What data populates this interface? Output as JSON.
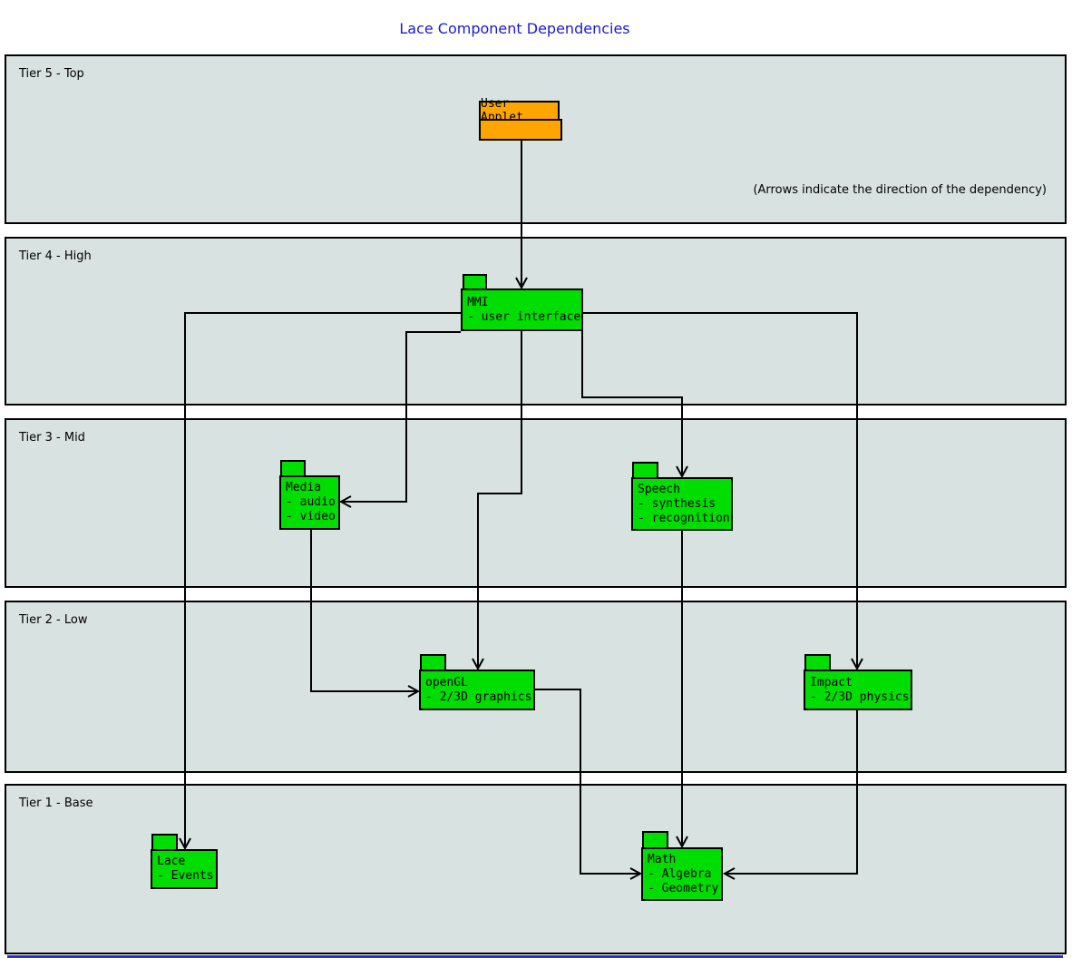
{
  "title": "Lace Component Dependencies",
  "note": "(Arrows indicate the direction of the dependency)",
  "colors": {
    "title_blue": "#1a1ad1",
    "tier_fill": "#d8e2e0",
    "component_green": "#00dd00",
    "applet_orange": "#ffa500",
    "line_black": "#000000",
    "bottom_bar_blue": "#2233cc"
  },
  "tiers": [
    {
      "label": "Tier 5 - Top"
    },
    {
      "label": "Tier 4 - High"
    },
    {
      "label": "Tier 3 - Mid"
    },
    {
      "label": "Tier 2 - Low"
    },
    {
      "label": "Tier 1 - Base"
    }
  ],
  "components": {
    "user_applet": {
      "name": "User Applet"
    },
    "mmi": {
      "name": "MMI",
      "details": [
        "- user interface"
      ]
    },
    "media": {
      "name": "Media",
      "details": [
        "- audio",
        "- video"
      ]
    },
    "speech": {
      "name": "Speech",
      "details": [
        "- synthesis",
        "- recognition"
      ]
    },
    "opengl": {
      "name": "openGL",
      "details": [
        "- 2/3D graphics"
      ]
    },
    "impact": {
      "name": "Impact",
      "details": [
        "- 2/3D physics"
      ]
    },
    "lace": {
      "name": "Lace",
      "details": [
        "- Events"
      ]
    },
    "math": {
      "name": "Math",
      "details": [
        "- Algebra",
        "- Geometry"
      ]
    }
  }
}
